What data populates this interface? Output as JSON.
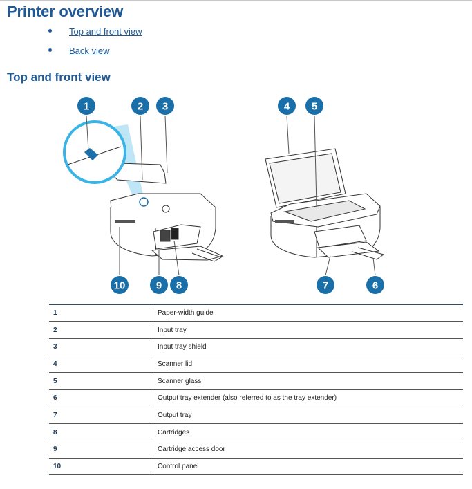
{
  "page": {
    "title": "Printer overview",
    "toc": [
      {
        "label": "Top and front view"
      },
      {
        "label": "Back view"
      }
    ],
    "section_title": "Top and front view"
  },
  "figure": {
    "callouts": [
      "1",
      "2",
      "3",
      "4",
      "5",
      "10",
      "9",
      "8",
      "7",
      "6"
    ],
    "accent_color": "#1a6fa8",
    "highlight_color": "#3ab4e6"
  },
  "parts": [
    {
      "num": "1",
      "label": "Paper-width guide"
    },
    {
      "num": "2",
      "label": "Input tray"
    },
    {
      "num": "3",
      "label": "Input tray shield"
    },
    {
      "num": "4",
      "label": "Scanner lid"
    },
    {
      "num": "5",
      "label": "Scanner glass"
    },
    {
      "num": "6",
      "label": "Output tray extender (also referred to as the tray extender)"
    },
    {
      "num": "7",
      "label": "Output tray"
    },
    {
      "num": "8",
      "label": "Cartridges"
    },
    {
      "num": "9",
      "label": "Cartridge access door"
    },
    {
      "num": "10",
      "label": "Control panel"
    }
  ]
}
